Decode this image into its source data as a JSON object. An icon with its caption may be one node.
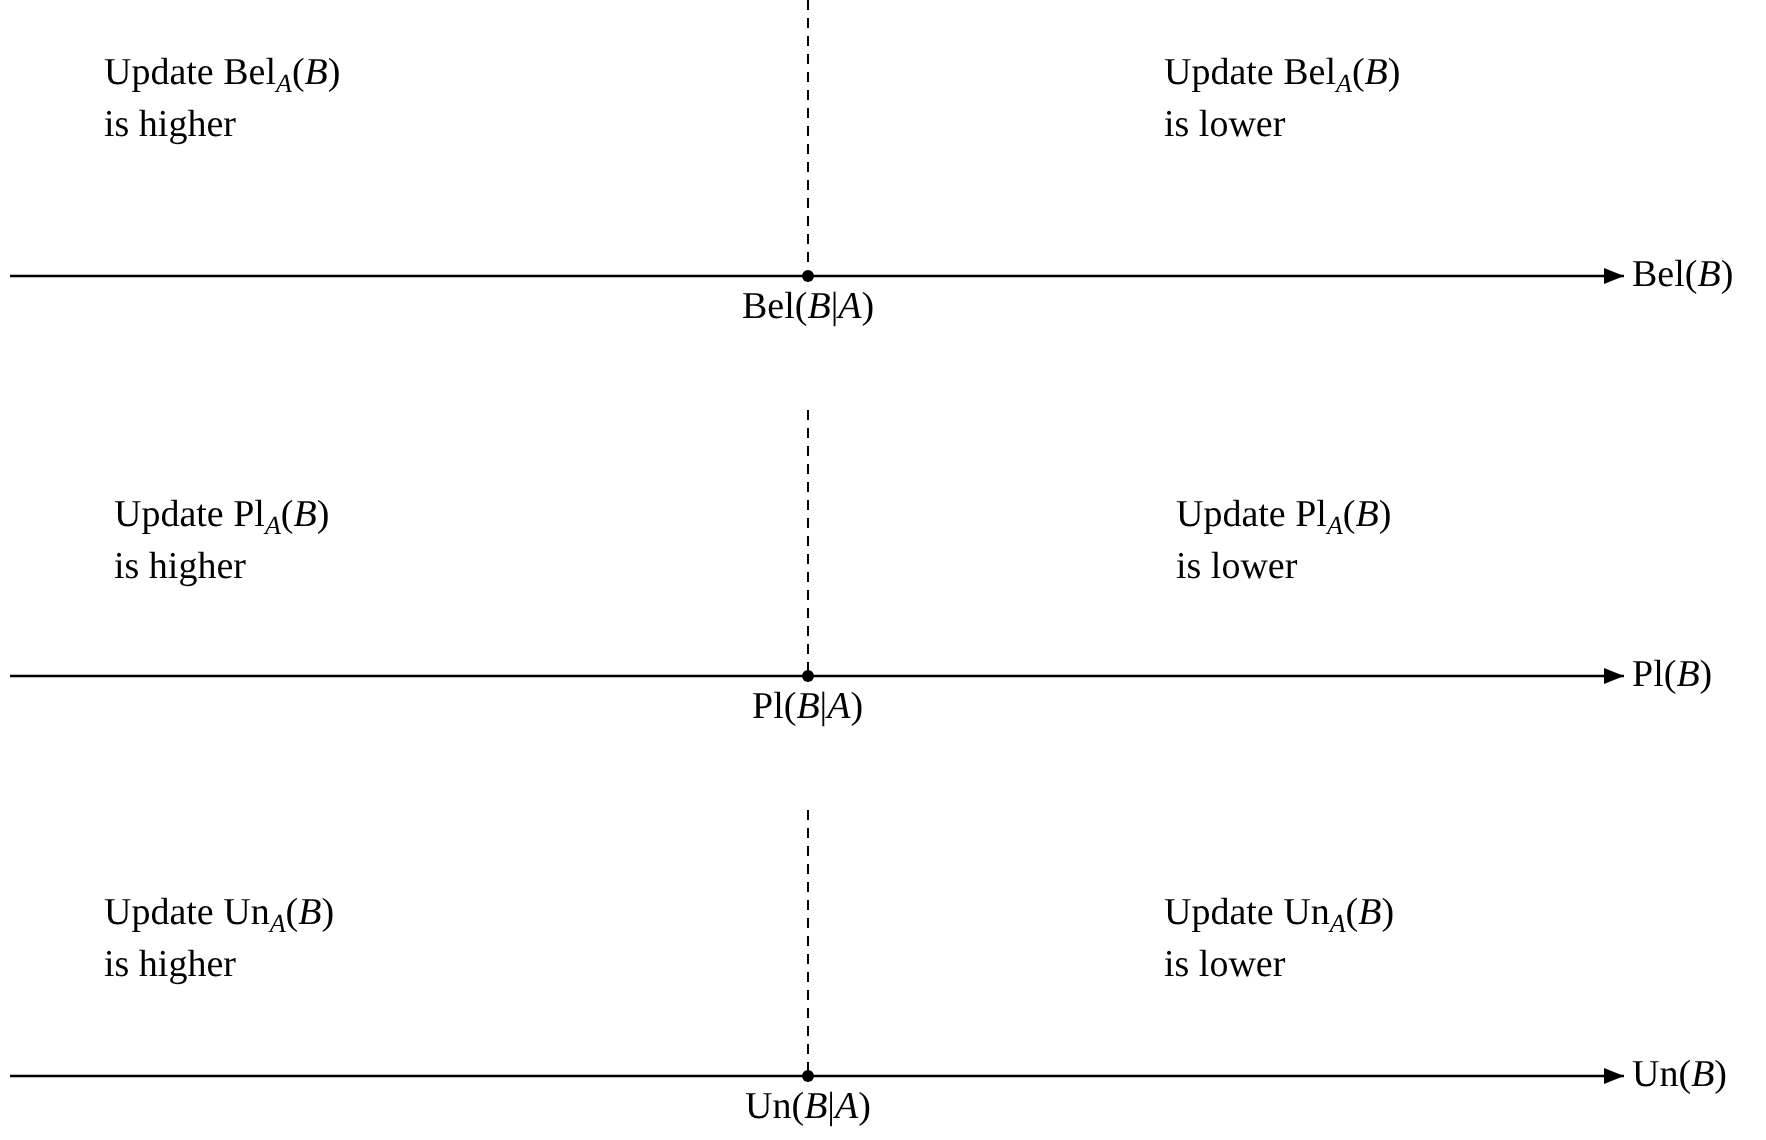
{
  "diagram": {
    "labels": [
      "Update Bel$_{A}$(*B*) is higher",
      "Update Bel$_{A}$(*B*) is lower",
      "Bel(*B*)",
      "Bel(*B*|*A*)",
      "Update Pl$_{A}$(*B*) is higher",
      "Update Pl$_{A}$(*B*) is lower",
      "Pl(*B*)",
      "Pl(*B*|*A*)",
      "Update Un$_{A}$(*B*) is higher",
      "Update Un$_{A}$(*B*) is lower",
      "Un(*B*)",
      "Un(*B*|*A*)"
    ]
  }
}
